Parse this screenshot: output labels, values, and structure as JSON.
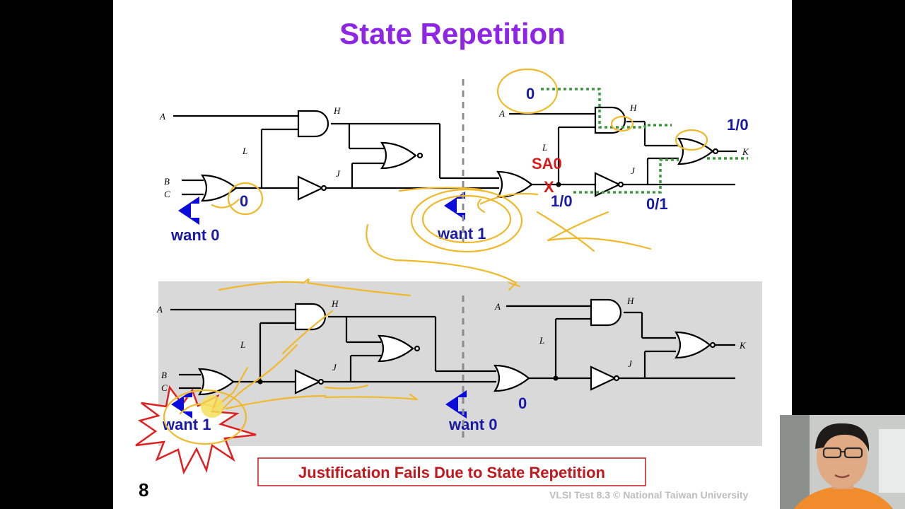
{
  "slide": {
    "title": "State Repetition",
    "title_color": "#8e24e6",
    "page_number": "8",
    "footer": "VLSI Test 8.3 © National Taiwan University",
    "banner": "Justification Fails Due to State Repetition"
  },
  "top_circuit": {
    "left": {
      "signal_a": "A",
      "signal_b": "B",
      "signal_c": "C",
      "signal_h": "H",
      "signal_l": "L",
      "signal_j": "J",
      "value_or": "0",
      "want_left": "want 0",
      "want_mid": "want 1"
    },
    "right": {
      "signal_a": "A",
      "signal_h": "H",
      "signal_l": "L",
      "signal_j": "J",
      "signal_k": "K",
      "value_a": "0",
      "value_k": "1/0",
      "fault": "SA0",
      "fault_mark": "X",
      "value_l": "1/0",
      "value_j": "0/1"
    }
  },
  "bottom_circuit": {
    "left": {
      "signal_a": "A",
      "signal_b": "B",
      "signal_c": "C",
      "signal_h": "H",
      "signal_l": "L",
      "signal_j": "J",
      "want_left": "want 1"
    },
    "right": {
      "signal_a": "A",
      "signal_h": "H",
      "signal_l": "L",
      "signal_j": "J",
      "signal_k": "K",
      "value_or": "0",
      "want_mid": "want 0"
    }
  },
  "colors": {
    "blue_text": "#1a1aa8",
    "red_text": "#d61a1a",
    "arrow_blue": "#0b0bdc",
    "annotation_yellow": "#f0b92a",
    "dashed_divider": "#8c8c8c",
    "green_path": "#3a9a3a",
    "panel_gray": "#d9d9d9"
  }
}
